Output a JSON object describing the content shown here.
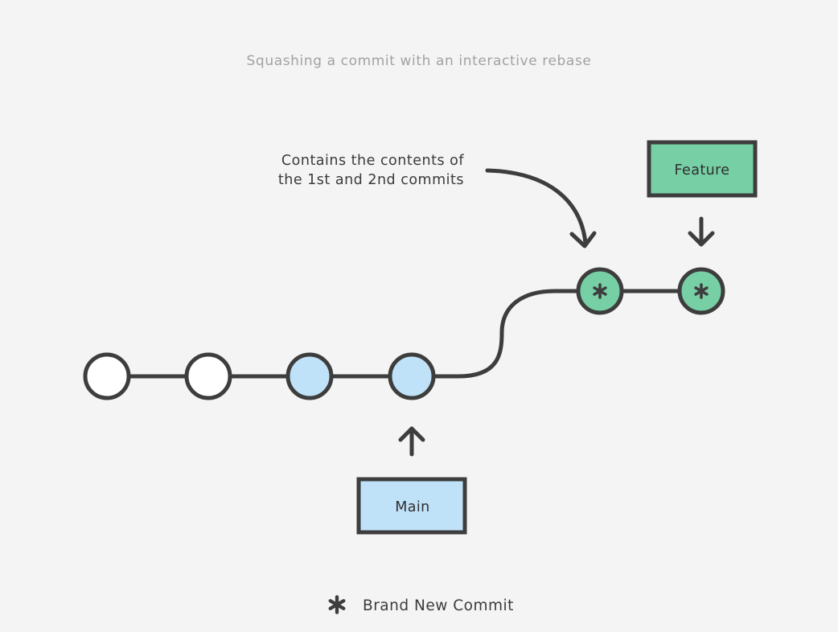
{
  "title": "Squashing a commit with an interactive rebase",
  "annotation": {
    "lines": [
      "Contains the contents of",
      "the 1st and 2nd commits"
    ]
  },
  "branches": {
    "main": {
      "label": "Main",
      "color": "#c0e2f9"
    },
    "feature": {
      "label": "Feature",
      "color": "#77cfa5"
    }
  },
  "commits": [
    {
      "id": "c1",
      "fill": "#ffffff",
      "new": false
    },
    {
      "id": "c2",
      "fill": "#ffffff",
      "new": false
    },
    {
      "id": "c3",
      "fill": "#c0e2f9",
      "new": false
    },
    {
      "id": "c4",
      "fill": "#c0e2f9",
      "new": false
    },
    {
      "id": "c5",
      "fill": "#77cfa5",
      "new": true
    },
    {
      "id": "c6",
      "fill": "#77cfa5",
      "new": true
    }
  ],
  "legend": {
    "label": "Brand New Commit",
    "icon": "asterisk-icon"
  },
  "colors": {
    "background": "#f4f4f4",
    "stroke": "#3d3d3d",
    "main": "#c0e2f9",
    "feature": "#77cfa5",
    "old_commit": "#ffffff"
  }
}
